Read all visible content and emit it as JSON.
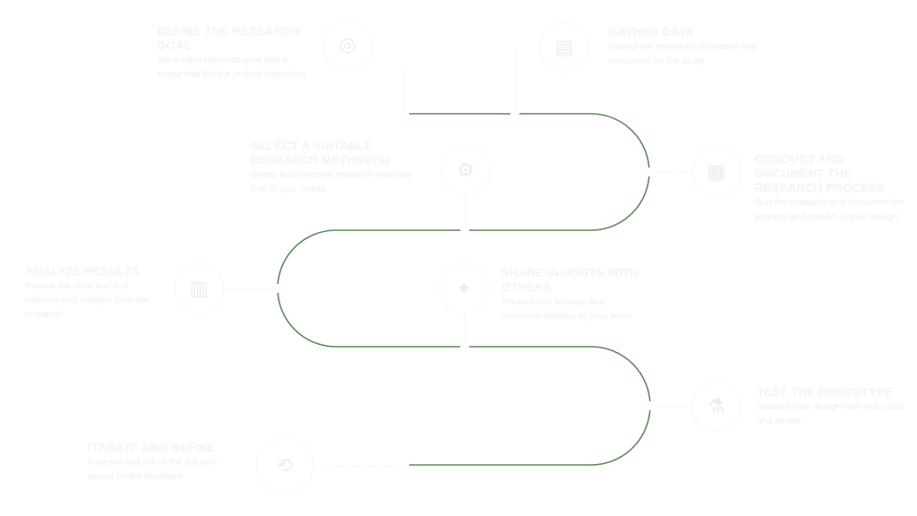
{
  "diagram": {
    "type": "roadmap-timeline",
    "path_color": "#5f8a5a",
    "text_color": "#f2f4f1",
    "steps": [
      {
        "id": 1,
        "title": "Define the research goal",
        "description": "Set a clear research goal and a scope that fits the project objectives",
        "icon": "target-icon",
        "glyph": "◎"
      },
      {
        "id": 2,
        "title": "Gather data",
        "description": "Collect the relevant information and resources for the study",
        "icon": "data-icon",
        "glyph": "▤"
      },
      {
        "id": 3,
        "title": "Select a suitable research method(s)",
        "description": "Select and combine research methods that fit your needs",
        "icon": "gear-icon",
        "glyph": "⚙"
      },
      {
        "id": 4,
        "title": "Conduct and document the research process",
        "description": "Run the research and document the process and results of your design",
        "icon": "document-icon",
        "glyph": "▦"
      },
      {
        "id": 5,
        "title": "Analyze results",
        "description": "Review the data and find patterns and insights from the research",
        "icon": "chart-icon",
        "glyph": "▥"
      },
      {
        "id": 6,
        "title": "Share insights with others",
        "description": "Present key findings and recommendations to your team",
        "icon": "lightbulb-icon",
        "glyph": "✦"
      },
      {
        "id": 7,
        "title": "Test the prototype",
        "description": "Validate your design with real users and iterate",
        "icon": "test-icon",
        "glyph": "⚗"
      },
      {
        "id": 8,
        "title": "Iterate and refine",
        "description": "Improve and refine the solution based on the feedback",
        "icon": "refresh-icon",
        "glyph": "⟲"
      }
    ]
  }
}
